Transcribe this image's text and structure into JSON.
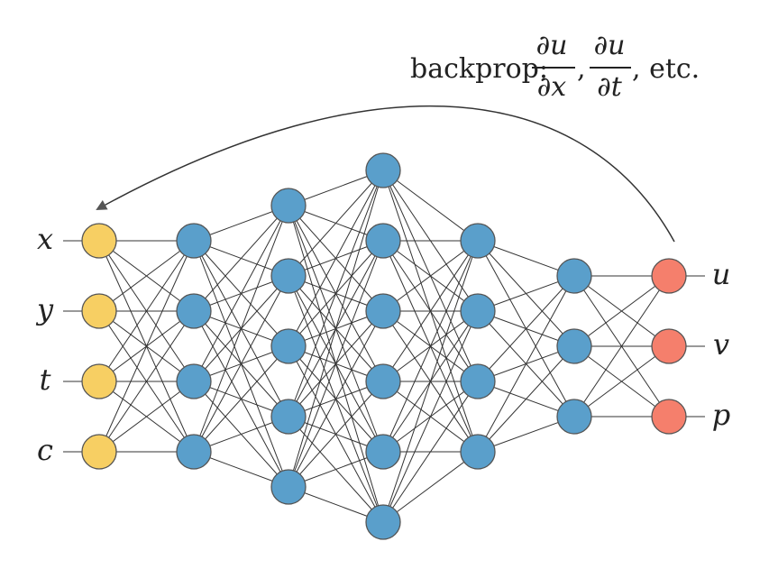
{
  "network": {
    "layers": [
      {
        "role": "input",
        "count": 4,
        "color": "#f7cf63"
      },
      {
        "role": "hidden",
        "count": 4,
        "color": "#5a9fcb"
      },
      {
        "role": "hidden",
        "count": 5,
        "color": "#5a9fcb"
      },
      {
        "role": "hidden",
        "count": 6,
        "color": "#5a9fcb"
      },
      {
        "role": "hidden",
        "count": 4,
        "color": "#5a9fcb"
      },
      {
        "role": "hidden",
        "count": 3,
        "color": "#5a9fcb"
      },
      {
        "role": "output",
        "count": 3,
        "color": "#f57f6c"
      }
    ],
    "inputs": [
      "x",
      "y",
      "t",
      "c"
    ],
    "outputs": [
      "u",
      "v",
      "p"
    ]
  },
  "annotation": {
    "label": "backprop:",
    "frac1": {
      "num": "∂u",
      "den": "∂x"
    },
    "frac2": {
      "num": "∂u",
      "den": "∂t"
    },
    "tail": ", etc."
  }
}
